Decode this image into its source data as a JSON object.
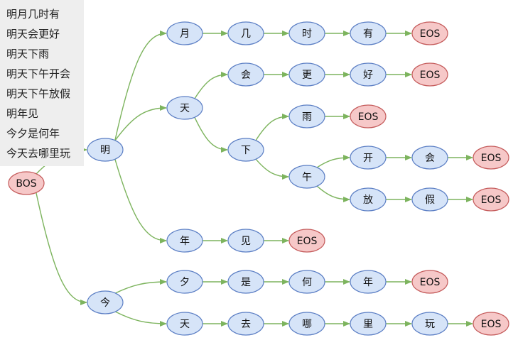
{
  "phrases": [
    "明月几时有",
    "明天会更好",
    "明天下雨",
    "明天下午开会",
    "明天下午放假",
    "明年见",
    "今夕是何年",
    "今天去哪里玩"
  ],
  "colors": {
    "normal_fill": "#d6e4f8",
    "normal_stroke": "#5b7ec4",
    "end_fill": "#f6c8c8",
    "end_stroke": "#c45a5a",
    "edge": "#7db45e",
    "panel": "#eeeeee"
  },
  "nodes": [
    {
      "id": "bos",
      "label": "BOS",
      "kind": "end"
    },
    {
      "id": "ming",
      "label": "明",
      "kind": "normal"
    },
    {
      "id": "jin",
      "label": "今",
      "kind": "normal"
    },
    {
      "id": "yue",
      "label": "月",
      "kind": "normal"
    },
    {
      "id": "ji",
      "label": "几",
      "kind": "normal"
    },
    {
      "id": "shi",
      "label": "时",
      "kind": "normal"
    },
    {
      "id": "you",
      "label": "有",
      "kind": "normal"
    },
    {
      "id": "eos1",
      "label": "EOS",
      "kind": "end"
    },
    {
      "id": "tian",
      "label": "天",
      "kind": "normal"
    },
    {
      "id": "hui",
      "label": "会",
      "kind": "normal"
    },
    {
      "id": "geng",
      "label": "更",
      "kind": "normal"
    },
    {
      "id": "hao",
      "label": "好",
      "kind": "normal"
    },
    {
      "id": "eos2",
      "label": "EOS",
      "kind": "end"
    },
    {
      "id": "xia",
      "label": "下",
      "kind": "normal"
    },
    {
      "id": "yu",
      "label": "雨",
      "kind": "normal"
    },
    {
      "id": "eos3",
      "label": "EOS",
      "kind": "end"
    },
    {
      "id": "wu",
      "label": "午",
      "kind": "normal"
    },
    {
      "id": "kai",
      "label": "开",
      "kind": "normal"
    },
    {
      "id": "hui2",
      "label": "会",
      "kind": "normal"
    },
    {
      "id": "eos4",
      "label": "EOS",
      "kind": "end"
    },
    {
      "id": "fang",
      "label": "放",
      "kind": "normal"
    },
    {
      "id": "jia",
      "label": "假",
      "kind": "normal"
    },
    {
      "id": "eos5",
      "label": "EOS",
      "kind": "end"
    },
    {
      "id": "nian",
      "label": "年",
      "kind": "normal"
    },
    {
      "id": "jian",
      "label": "见",
      "kind": "normal"
    },
    {
      "id": "eos6",
      "label": "EOS",
      "kind": "end"
    },
    {
      "id": "xi",
      "label": "夕",
      "kind": "normal"
    },
    {
      "id": "shi2",
      "label": "是",
      "kind": "normal"
    },
    {
      "id": "he",
      "label": "何",
      "kind": "normal"
    },
    {
      "id": "nian2",
      "label": "年",
      "kind": "normal"
    },
    {
      "id": "eos7",
      "label": "EOS",
      "kind": "end"
    },
    {
      "id": "tian2",
      "label": "天",
      "kind": "normal"
    },
    {
      "id": "qu",
      "label": "去",
      "kind": "normal"
    },
    {
      "id": "na",
      "label": "哪",
      "kind": "normal"
    },
    {
      "id": "li",
      "label": "里",
      "kind": "normal"
    },
    {
      "id": "wan",
      "label": "玩",
      "kind": "normal"
    },
    {
      "id": "eos8",
      "label": "EOS",
      "kind": "end"
    }
  ],
  "edges": [
    [
      "bos",
      "ming"
    ],
    [
      "bos",
      "jin"
    ],
    [
      "ming",
      "yue"
    ],
    [
      "yue",
      "ji"
    ],
    [
      "ji",
      "shi"
    ],
    [
      "shi",
      "you"
    ],
    [
      "you",
      "eos1"
    ],
    [
      "ming",
      "tian"
    ],
    [
      "tian",
      "hui"
    ],
    [
      "hui",
      "geng"
    ],
    [
      "geng",
      "hao"
    ],
    [
      "hao",
      "eos2"
    ],
    [
      "tian",
      "xia"
    ],
    [
      "xia",
      "yu"
    ],
    [
      "yu",
      "eos3"
    ],
    [
      "xia",
      "wu"
    ],
    [
      "wu",
      "kai"
    ],
    [
      "kai",
      "hui2"
    ],
    [
      "hui2",
      "eos4"
    ],
    [
      "wu",
      "fang"
    ],
    [
      "fang",
      "jia"
    ],
    [
      "jia",
      "eos5"
    ],
    [
      "ming",
      "nian"
    ],
    [
      "nian",
      "jian"
    ],
    [
      "jian",
      "eos6"
    ],
    [
      "jin",
      "xi"
    ],
    [
      "xi",
      "shi2"
    ],
    [
      "shi2",
      "he"
    ],
    [
      "he",
      "nian2"
    ],
    [
      "nian2",
      "eos7"
    ],
    [
      "jin",
      "tian2"
    ],
    [
      "tian2",
      "qu"
    ],
    [
      "qu",
      "na"
    ],
    [
      "na",
      "li"
    ],
    [
      "li",
      "wan"
    ],
    [
      "wan",
      "eos8"
    ]
  ]
}
